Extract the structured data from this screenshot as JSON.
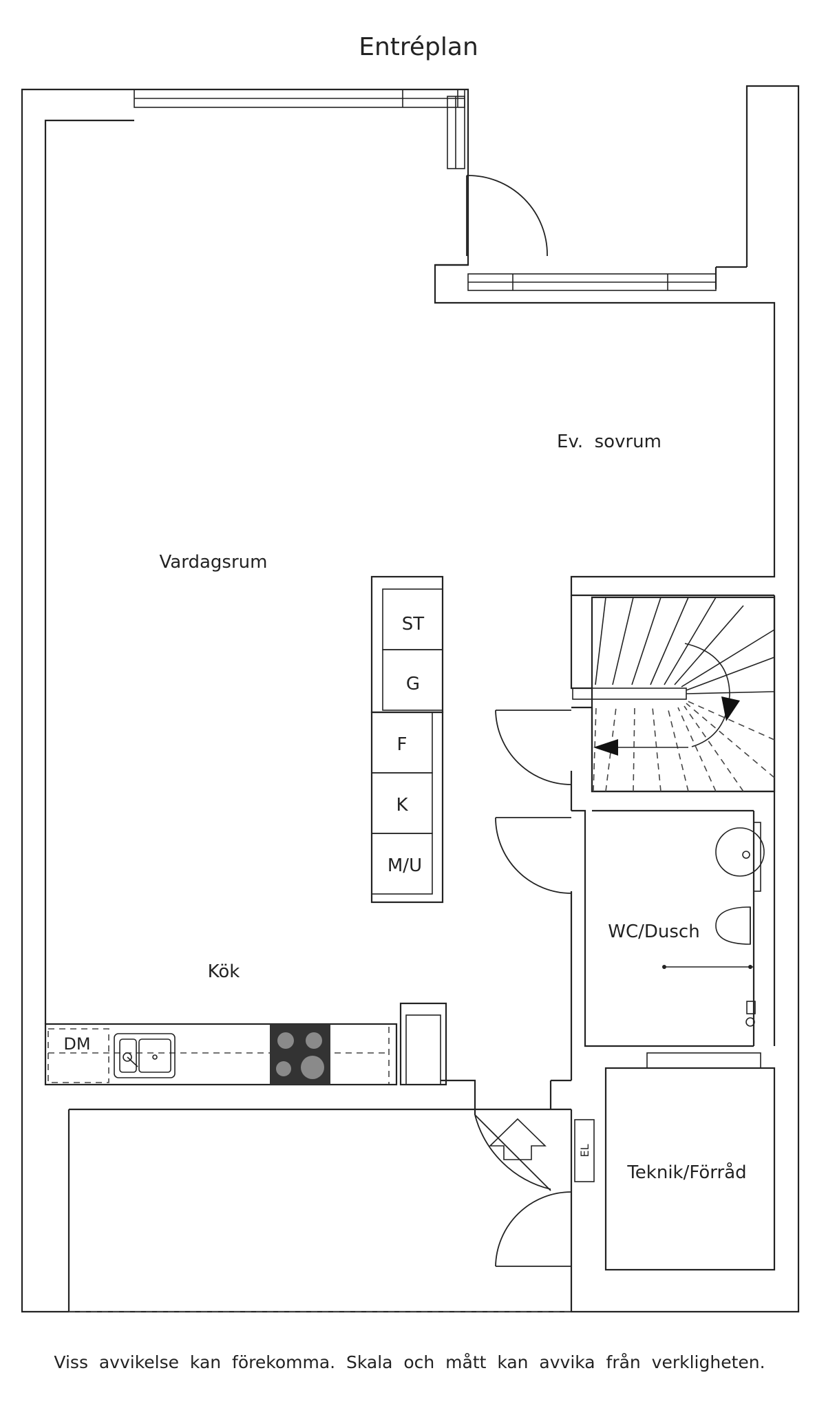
{
  "title": "Entréplan",
  "rooms": {
    "vardagsrum": "Vardagsrum",
    "sovrum": "Ev.  sovrum",
    "kok": "Kök",
    "wc": "WC/Dusch",
    "teknik": "Teknik/Förråd"
  },
  "cabinets": [
    "ST",
    "G",
    "F",
    "K",
    "M/U"
  ],
  "labels": {
    "dm": "DM",
    "el": "EL"
  },
  "disclaimer": "Viss  avvikelse  kan  förekomma.  Skala  och  mått  kan  avvika  från  verkligheten.",
  "colors": {
    "line": "#222222",
    "stove": "#333333",
    "burner": "#8a8a8a"
  }
}
